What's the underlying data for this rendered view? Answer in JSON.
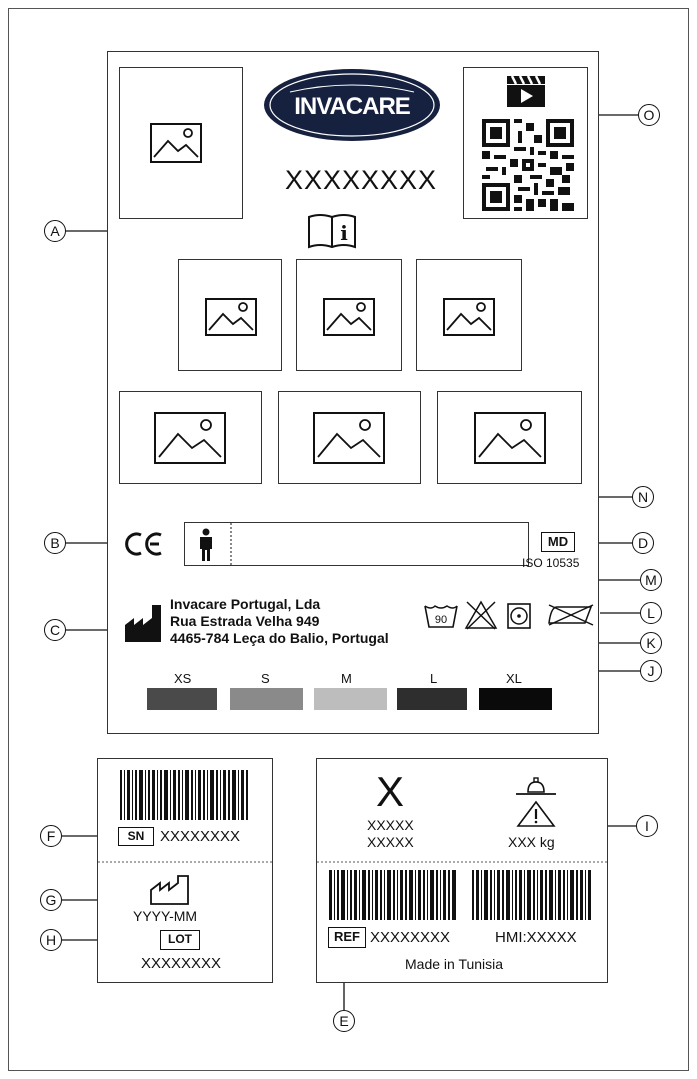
{
  "brand": {
    "logo_text": "INVACARE"
  },
  "main_label": {
    "product_code": "XXXXXXXX",
    "md_label": "MD",
    "iso_standard": "ISO 10535",
    "manufacturer": {
      "name": "Invacare Portugal, Lda",
      "street": "Rua Estrada Velha 949",
      "city": "4465-784 Leça do Balio, Portugal"
    },
    "wash_temp": "90",
    "sizes": [
      {
        "label": "XS",
        "color": "#4a4a4a"
      },
      {
        "label": "S",
        "color": "#8a8a8a"
      },
      {
        "label": "M",
        "color": "#bdbdbd"
      },
      {
        "label": "L",
        "color": "#2e2e2e"
      },
      {
        "label": "XL",
        "color": "#0a0a0a"
      }
    ]
  },
  "serial_label": {
    "sn_label": "SN",
    "sn_value": "XXXXXXXX",
    "date_value": "YYYY-MM",
    "lot_label": "LOT",
    "lot_value": "XXXXXXXX"
  },
  "ref_label": {
    "size_letter": "X",
    "size_code_1": "XXXXX",
    "size_code_2": "XXXXX",
    "weight": "XXX kg",
    "ref_box": "REF",
    "ref_value": "XXXXXXXX",
    "hmi_value": "HMI:XXXXX",
    "origin": "Made in Tunisia"
  },
  "callouts": {
    "a": "A",
    "b": "B",
    "c": "C",
    "d": "D",
    "e": "E",
    "f": "F",
    "g": "G",
    "h": "H",
    "i": "I",
    "j": "J",
    "k": "K",
    "l": "L",
    "m": "M",
    "n": "N",
    "o": "O"
  }
}
